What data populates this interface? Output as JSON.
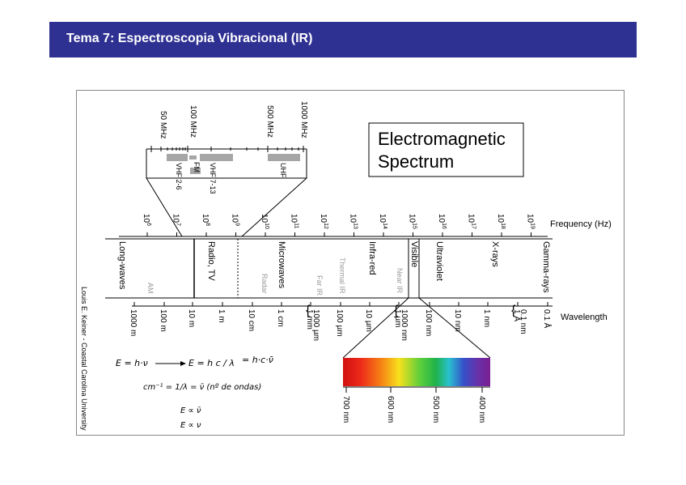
{
  "header": {
    "title": "Tema 7: Espectroscopia Vibracional (IR)"
  },
  "diagram": {
    "title_line1": "Electromagnetic",
    "title_line2": "Spectrum",
    "inset_freqs": [
      "50 MHz",
      "100 MHz",
      "500 MHz",
      "1000 MHz"
    ],
    "inset_bands": [
      "VHF 2-6",
      "FM",
      "VHF 7-13",
      "UHF"
    ],
    "freq_exponents": [
      "6",
      "7",
      "8",
      "9",
      "10",
      "11",
      "12",
      "13",
      "14",
      "15",
      "16",
      "17",
      "18",
      "19"
    ],
    "freq_base": "10",
    "freq_axis_label": "Frequency (Hz)",
    "regions": [
      "Long-waves",
      "Radio, TV",
      "Microwaves",
      "Infra-red",
      "Visible",
      "Ultraviolet",
      "X-rays",
      "Gamma-rays"
    ],
    "subregions": [
      "AM",
      "Radar",
      "Far IR",
      "Thermal IR",
      "Near IR"
    ],
    "wavelengths": [
      "1000 m",
      "100 m",
      "10 m",
      "1 m",
      "10 cm",
      "1 cm",
      "1 mm",
      "1000 µm",
      "100 µm",
      "10 µm",
      "1 µm",
      "1000 nm",
      "100 nm",
      "10 nm",
      "1 nm",
      "1 Å",
      "0.1 nm",
      "0.1 Å"
    ],
    "wavelength_axis_label": "Wavelength",
    "visible_ticks": [
      "700 nm",
      "600 nm",
      "500 nm",
      "400 nm"
    ],
    "credit": "Louis E. Keiner - Coastal Carolina University"
  },
  "handwriting": {
    "line1a": "E = h·ν",
    "line1b": "E = h c / λ",
    "line1c": "= h·c·ν̄",
    "line2": "cm⁻¹ = 1/λ = ν̄ (nº de ondas)",
    "line3": "E ∝ ν̄",
    "line4": "E ∝ ν"
  },
  "colors": {
    "header_bg": "#2e3192",
    "header_text": "#ffffff",
    "band_gray": "#a6a6a6",
    "faint_text": "#999999"
  }
}
